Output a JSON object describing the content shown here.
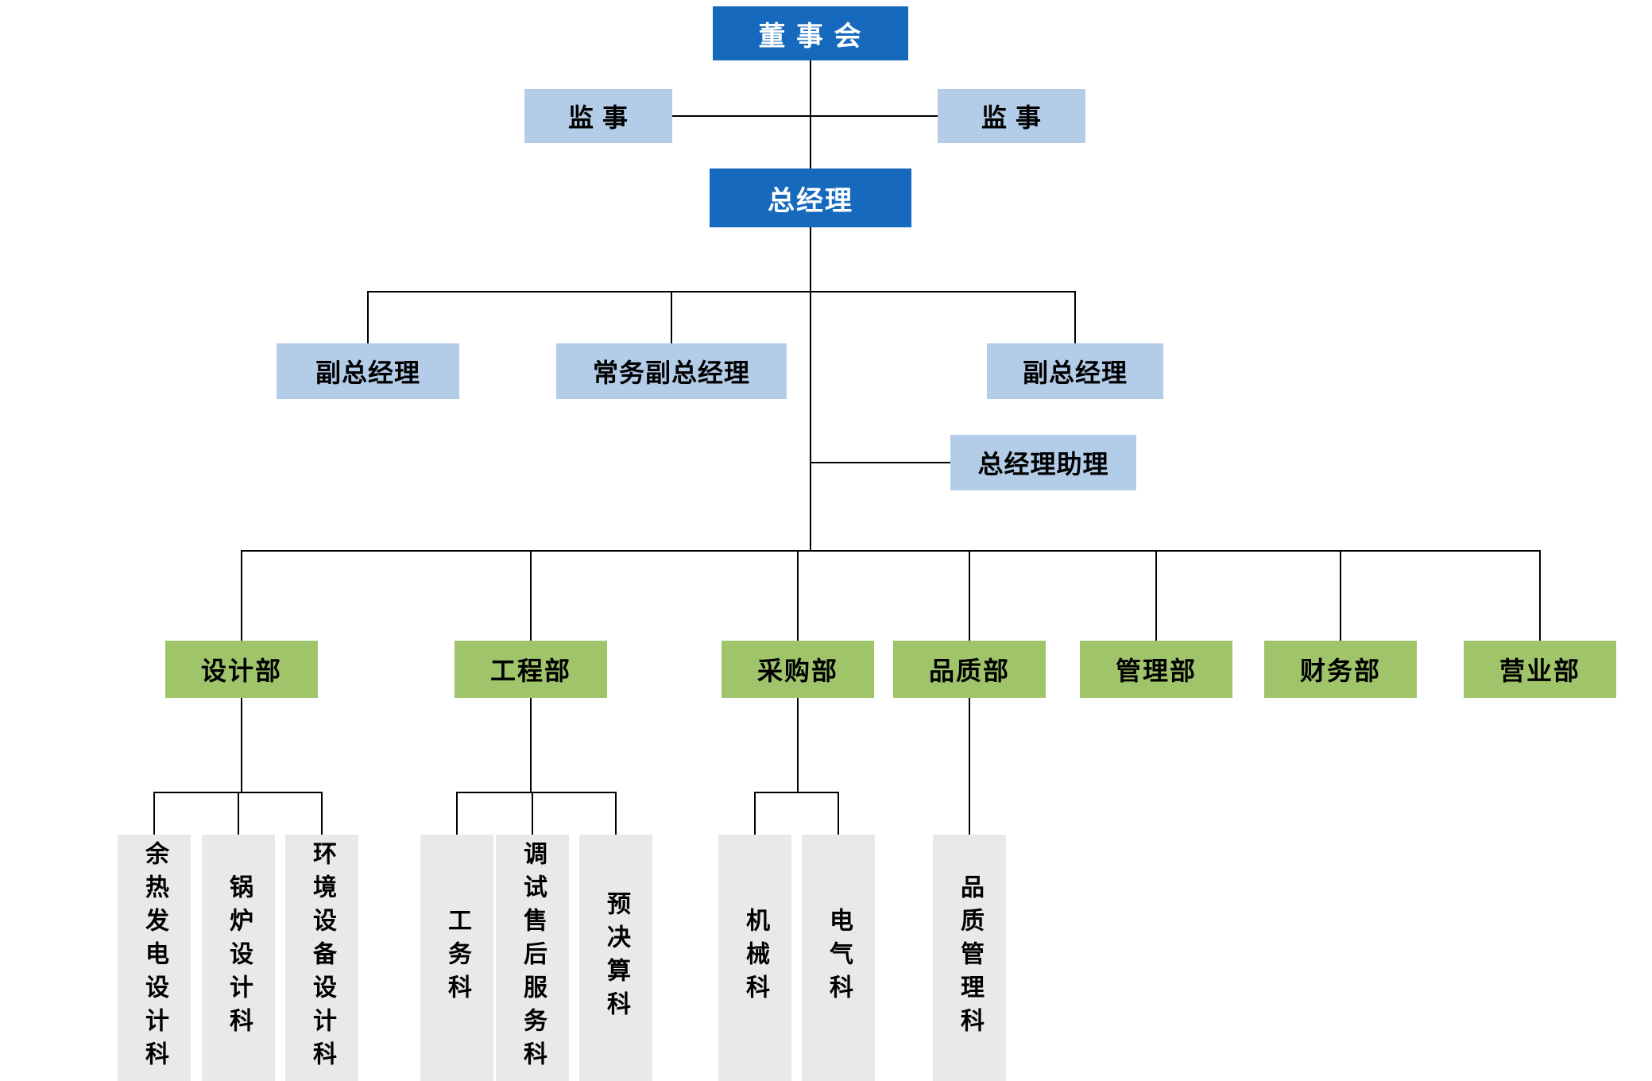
{
  "diagram": {
    "type": "org-chart",
    "root": {
      "label": "董 事 会"
    },
    "supervisors": [
      {
        "label": "监 事"
      },
      {
        "label": "监 事"
      }
    ],
    "general_manager": {
      "label": "总经理"
    },
    "management": [
      {
        "label": "副总经理"
      },
      {
        "label": "常务副总经理"
      },
      {
        "label": "副总经理"
      }
    ],
    "gm_assistant": {
      "label": "总经理助理"
    },
    "departments": [
      {
        "label": "设计部",
        "sections": [
          "余热发电设计科",
          "锅炉设计科",
          "环境设备设计科"
        ]
      },
      {
        "label": "工程部",
        "sections": [
          "工务科",
          "调试售后服务科",
          "预决算科"
        ]
      },
      {
        "label": "采购部",
        "sections": [
          "机械科",
          "电气科"
        ]
      },
      {
        "label": "品质部",
        "sections": [
          "品质管理科"
        ]
      },
      {
        "label": "管理部",
        "sections": []
      },
      {
        "label": "财务部",
        "sections": []
      },
      {
        "label": "营业部",
        "sections": []
      }
    ],
    "colors": {
      "primary": "#1669BC",
      "light_blue": "#B3CCE8",
      "green": "#A0C46A",
      "gray": "#E9E9E9",
      "line": "#000000"
    }
  }
}
